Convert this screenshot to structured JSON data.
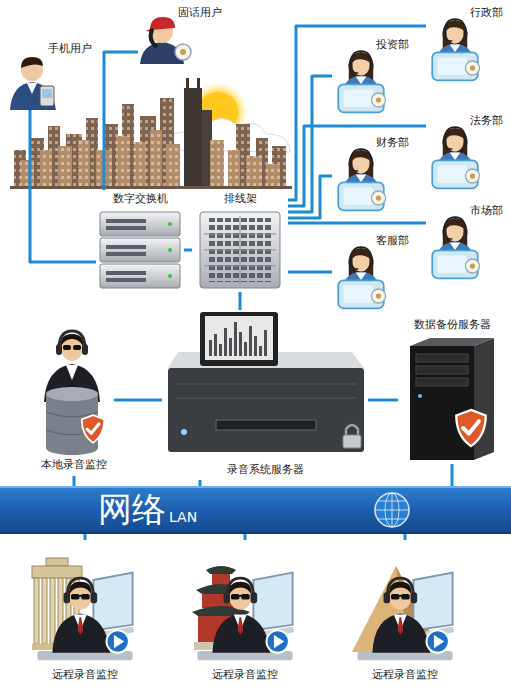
{
  "diagram": {
    "nodes": [
      {
        "text": [
          "固话用户"
        ]
      },
      {
        "text": [
          "行政部"
        ]
      },
      {
        "text": [
          "手机用户"
        ]
      },
      {
        "text": [
          "投资部"
        ]
      },
      {
        "text": [
          "法务部"
        ]
      },
      {
        "text": [
          "财务部"
        ]
      },
      {
        "text": [
          "数字交换机"
        ]
      },
      {
        "text": [
          "排线架"
        ]
      },
      {
        "text": [
          "市场部"
        ]
      },
      {
        "text": [
          "客服部"
        ]
      },
      {
        "text": [
          "数据备份服务器"
        ]
      },
      {
        "text": [
          "本地录音监控"
        ]
      },
      {
        "text": [
          "录音系统服务器"
        ]
      },
      {
        "text": [
          "网络",
          "LAN"
        ]
      },
      {
        "text": [
          "远程录音监控"
        ]
      },
      {
        "text": [
          "远程录音监控"
        ]
      },
      {
        "text": [
          "远程录音监控"
        ]
      }
    ],
    "edges": [
      {
        "from": 2,
        "to": 6,
        "arrow": "none"
      },
      {
        "from": 0,
        "to": 6,
        "arrow": "none"
      },
      {
        "from": 6,
        "to": 7,
        "arrow": "none"
      },
      {
        "from": 7,
        "to": 1,
        "arrow": "none"
      },
      {
        "from": 7,
        "to": 3,
        "arrow": "none"
      },
      {
        "from": 7,
        "to": 4,
        "arrow": "none"
      },
      {
        "from": 7,
        "to": 5,
        "arrow": "none"
      },
      {
        "from": 7,
        "to": 8,
        "arrow": "none"
      },
      {
        "from": 7,
        "to": 9,
        "arrow": "none"
      },
      {
        "from": 7,
        "to": 12,
        "arrow": "none"
      },
      {
        "from": 11,
        "to": 12,
        "arrow": "none"
      },
      {
        "from": 12,
        "to": 10,
        "arrow": "none"
      },
      {
        "from": 11,
        "to": 13,
        "arrow": "none"
      },
      {
        "from": 12,
        "to": 13,
        "arrow": "none"
      },
      {
        "from": 10,
        "to": 13,
        "arrow": "none"
      },
      {
        "from": 13,
        "to": 14,
        "arrow": "none"
      },
      {
        "from": 13,
        "to": 15,
        "arrow": "none"
      },
      {
        "from": 13,
        "to": 16,
        "arrow": "none"
      }
    ]
  }
}
